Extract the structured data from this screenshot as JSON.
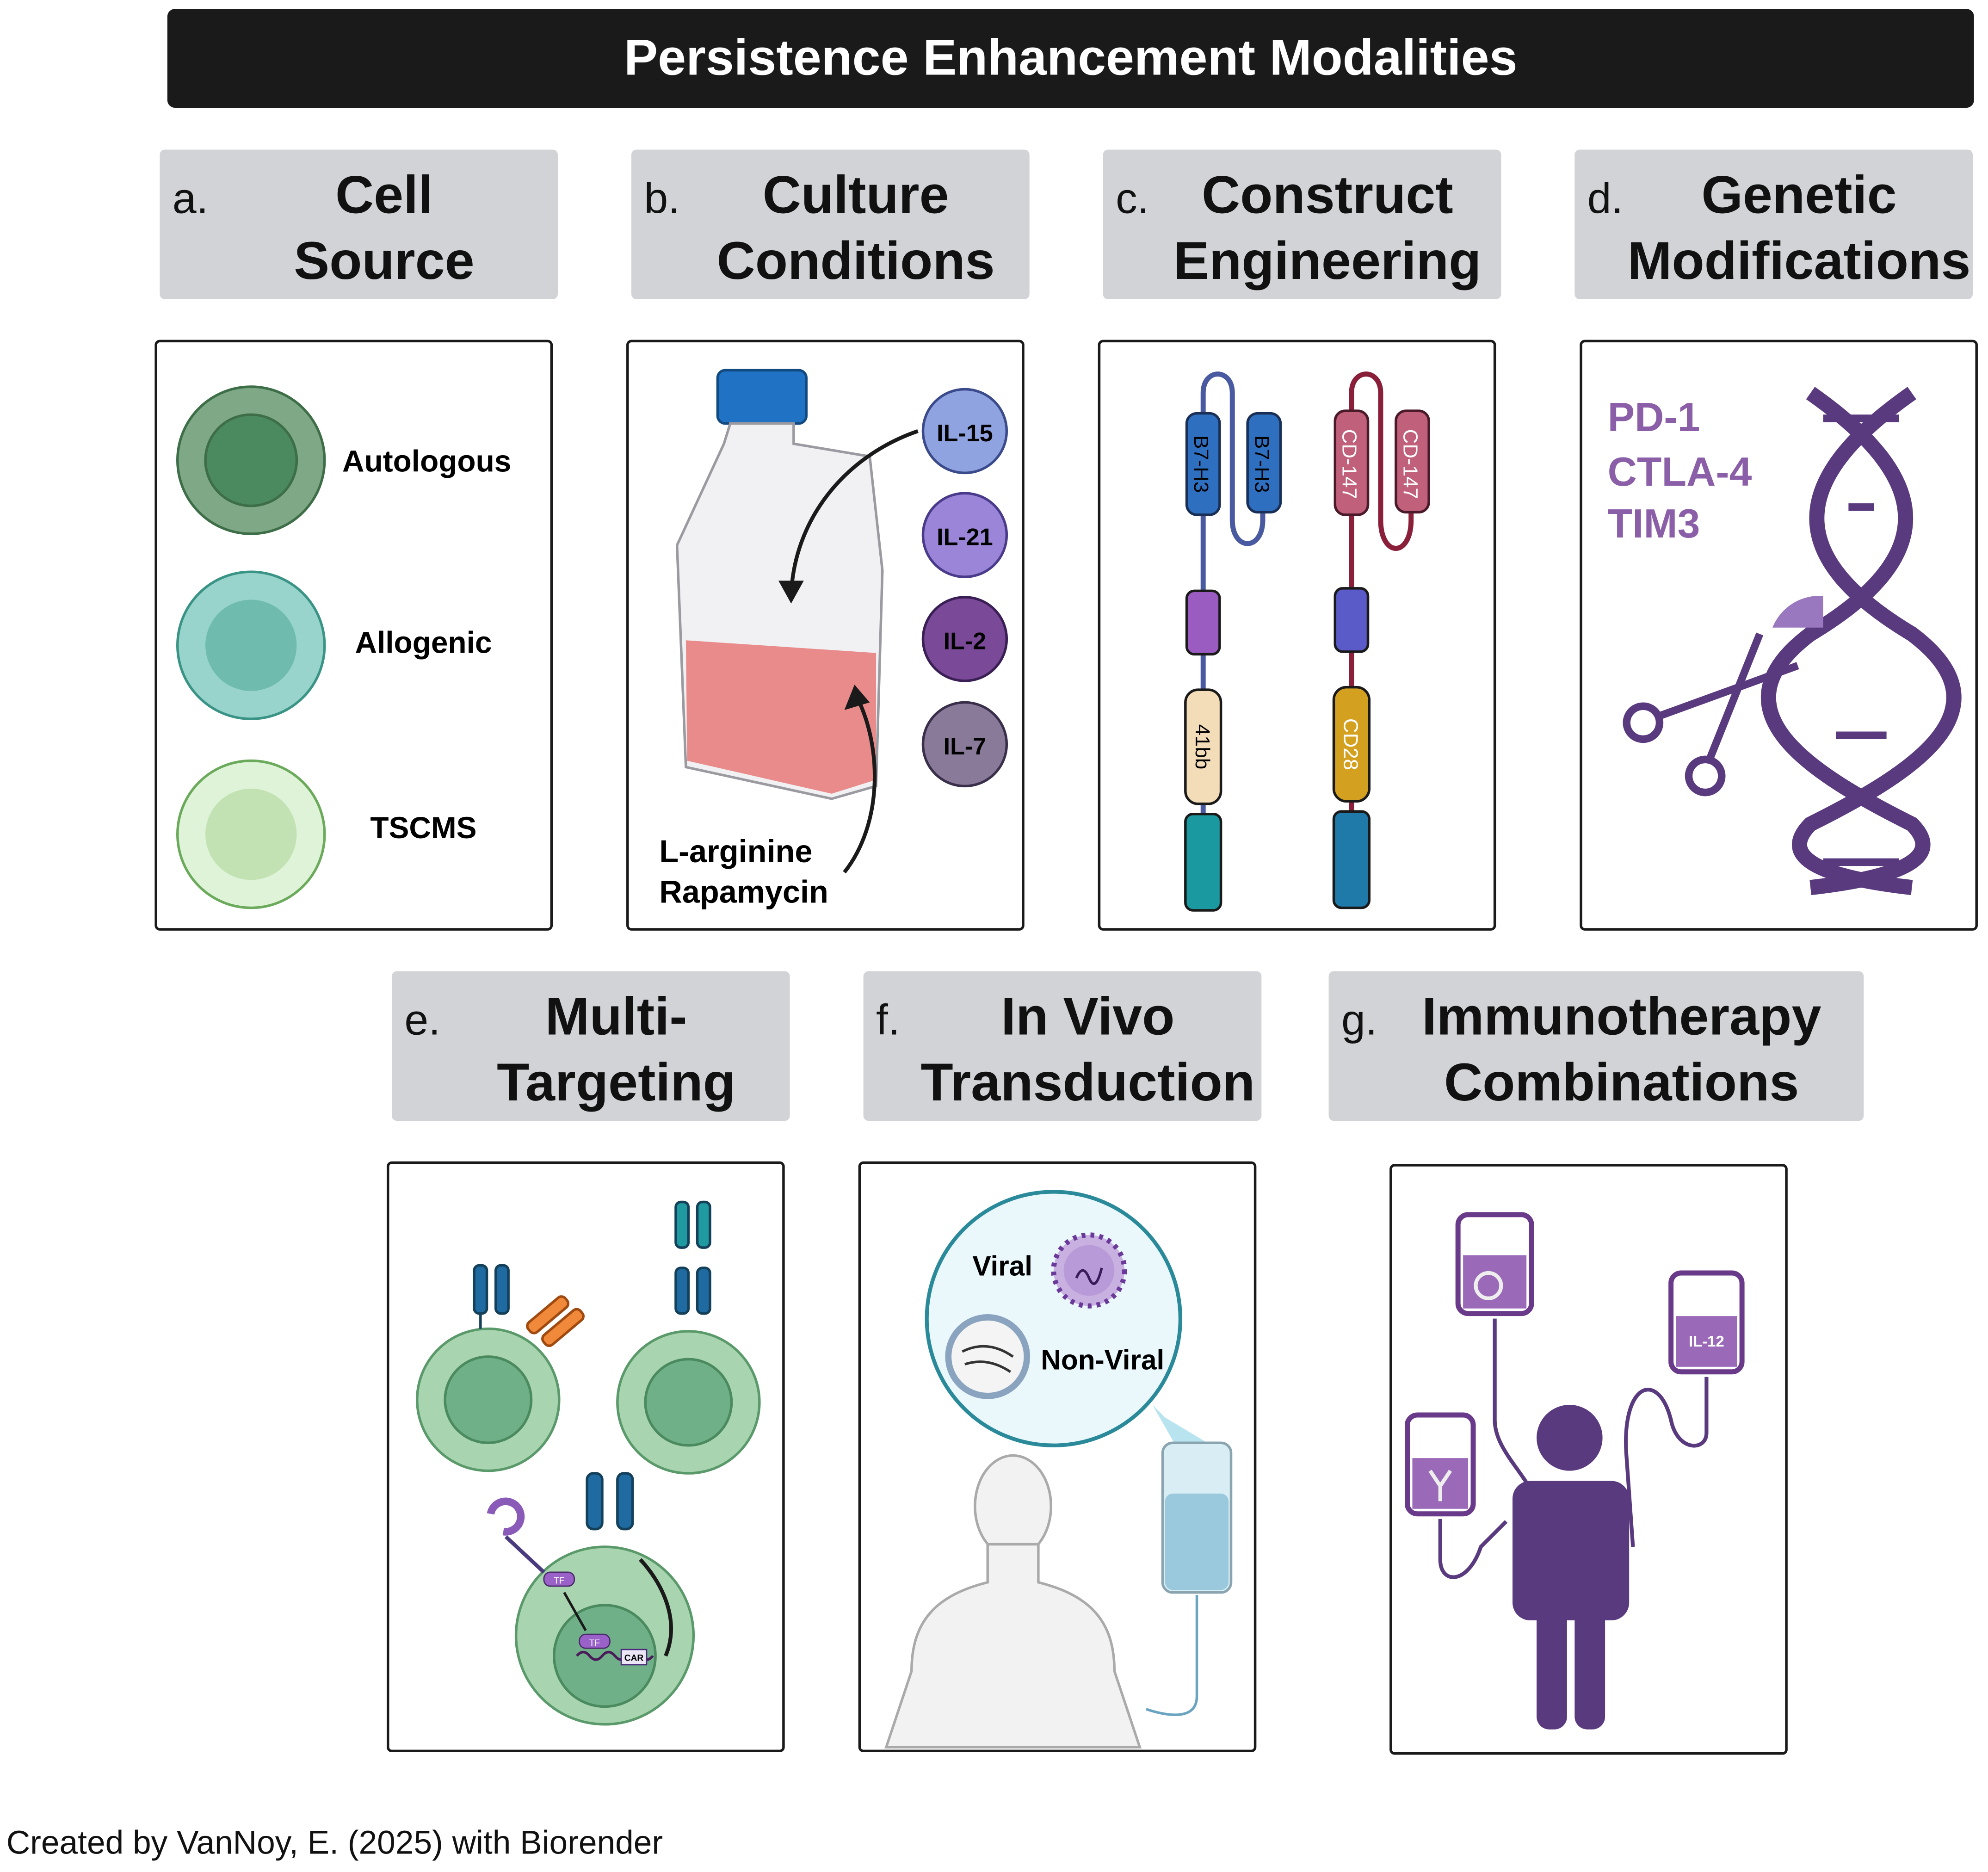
{
  "title": "Persistence Enhancement Modalities",
  "panels": [
    {
      "letter": "a.",
      "heading": [
        "Cell",
        "Source"
      ],
      "labels": [
        "Autologous",
        "Allogenic",
        "TSCMS"
      ]
    },
    {
      "letter": "b.",
      "heading": [
        "Culture",
        "Conditions"
      ],
      "cytokines": [
        "IL-15",
        "IL-21",
        "IL-2",
        "IL-7"
      ],
      "labels": [
        "L-arginine",
        "Rapamycin"
      ]
    },
    {
      "letter": "c.",
      "heading": [
        "Construct",
        "Engineering"
      ],
      "left_construct": [
        "B7-H3",
        "B7-H3",
        "41bb"
      ],
      "right_construct": [
        "CD-147",
        "CD-147",
        "CD28"
      ]
    },
    {
      "letter": "d.",
      "heading": [
        "Genetic",
        "Modifications"
      ],
      "targets": [
        "PD-1",
        "CTLA-4",
        "TIM3"
      ]
    },
    {
      "letter": "e.",
      "heading": [
        "Multi-",
        "Targeting"
      ],
      "labels": [
        "TF",
        "TF",
        "CAR"
      ]
    },
    {
      "letter": "f.",
      "heading": [
        "In Vivo",
        "Transduction"
      ],
      "labels": [
        "Viral",
        "Non-Viral"
      ]
    },
    {
      "letter": "g.",
      "heading": [
        "Immunotherapy",
        "Combinations"
      ],
      "labels": [
        "IL-12"
      ]
    }
  ],
  "footer": "Created by VanNoy, E. (2025) with Biorender",
  "colors": {
    "header_bg": "#d1d3d6",
    "title_bg": "#1a1a1a",
    "purple": "#5a3a7e",
    "accent_purple": "#8b5ea8"
  }
}
